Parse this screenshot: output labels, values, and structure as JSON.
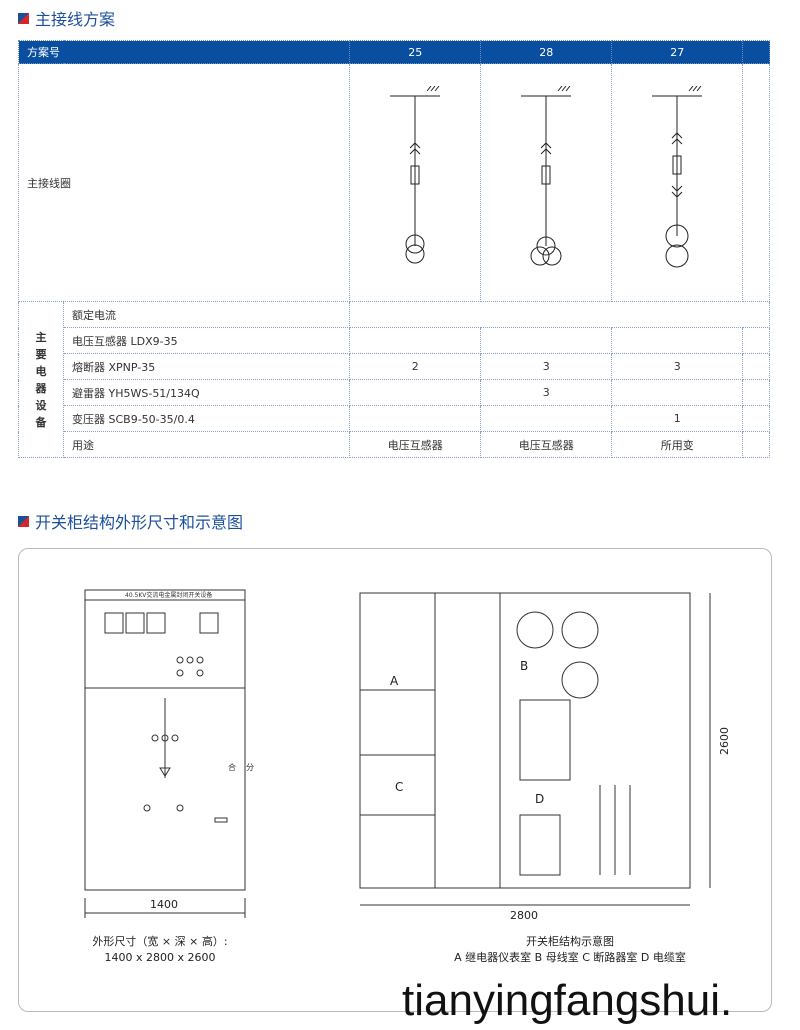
{
  "section1": {
    "title": "主接线方案"
  },
  "table": {
    "header": [
      "方案号",
      "25",
      "28",
      "27",
      ""
    ],
    "diagram_row_label": "主接线圈",
    "group_label": "主要电器设备",
    "rows": [
      {
        "label": "额定电流",
        "values": [
          "",
          "",
          "",
          ""
        ]
      },
      {
        "label": "电压互感器 LDX9-35",
        "values": [
          "",
          "",
          "",
          ""
        ]
      },
      {
        "label": "熔断器 XPNP-35",
        "values": [
          "2",
          "3",
          "3",
          ""
        ]
      },
      {
        "label": "避雷器 YH5WS-51/134Q",
        "values": [
          "",
          "3",
          "",
          ""
        ]
      },
      {
        "label": "变压器 SCB9-50-35/0.4",
        "values": [
          "",
          "",
          "1",
          ""
        ]
      },
      {
        "label": "用途",
        "values": [
          "电压互感器",
          "电压互感器",
          "所用变",
          ""
        ]
      }
    ]
  },
  "section2": {
    "title": "开关柜结构外形尺寸和示意图"
  },
  "front": {
    "panel_title": "40.5KV交流电金属封闭开关设备",
    "on": "合",
    "off": "分",
    "width_dim": "1400",
    "caption1": "外形尺寸（宽 × 深 × 高）:",
    "caption2": "1400 x 2800 x 2600"
  },
  "side": {
    "labels": [
      "A",
      "B",
      "C",
      "D"
    ],
    "depth_dim": "2800",
    "height_dim": "2600",
    "caption1": "开关柜结构示意图",
    "caption2": "A 继电器仪表室 B 母线室 C 断路器室 D 电缆室"
  },
  "watermark": "tianyingfangshui."
}
